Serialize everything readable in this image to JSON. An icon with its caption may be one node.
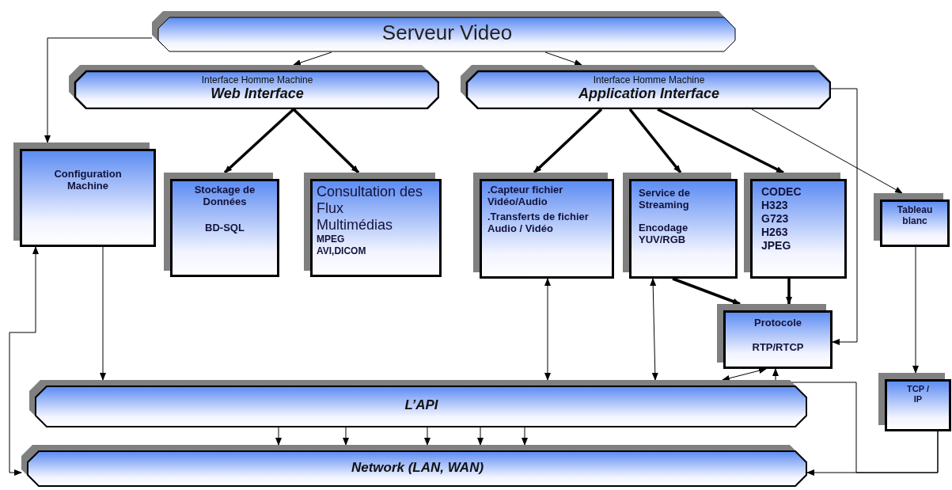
{
  "diagram": {
    "nodes": [
      {
        "text": [
          "Serveur Video"
        ]
      },
      {
        "text": [
          "Interface Homme Machine",
          "Web Interface"
        ]
      },
      {
        "text": [
          "Interface Homme Machine",
          "Application Interface"
        ]
      },
      {
        "text": [
          "Configuration Machine"
        ]
      },
      {
        "text": [
          "Stockage de Données",
          "BD-SQL"
        ]
      },
      {
        "text": [
          "Consultation des Flux Multimédias",
          "MPEG AVI,DICOM"
        ]
      },
      {
        "text": [
          ".Capteur fichier Vidéo/Audio",
          ".Transferts de fichier Audio / Vidéo"
        ]
      },
      {
        "text": [
          "Service de Streaming",
          "Encodage YUV/RGB"
        ]
      },
      {
        "text": [
          "CODEC H323 G723 H263 JPEG"
        ]
      },
      {
        "text": [
          "Tableau blanc"
        ]
      },
      {
        "text": [
          "Protocole",
          "RTP/RTCP"
        ]
      },
      {
        "text": [
          "TCP / IP"
        ]
      },
      {
        "text": [
          "L’API"
        ]
      },
      {
        "text": [
          "Network (LAN, WAN)"
        ]
      }
    ],
    "edges": [
      {
        "from": 0,
        "to": 1,
        "arrow": "to"
      },
      {
        "from": 0,
        "to": 2,
        "arrow": "to"
      },
      {
        "from": 0,
        "to": 3,
        "arrow": "to"
      },
      {
        "from": 1,
        "to": 4,
        "arrow": "to",
        "style": "thick"
      },
      {
        "from": 1,
        "to": 5,
        "arrow": "to",
        "style": "thick"
      },
      {
        "from": 2,
        "to": 6,
        "arrow": "to",
        "style": "thick"
      },
      {
        "from": 2,
        "to": 7,
        "arrow": "to",
        "style": "thick"
      },
      {
        "from": 2,
        "to": 8,
        "arrow": "to",
        "style": "thick"
      },
      {
        "from": 2,
        "to": 9,
        "arrow": "to"
      },
      {
        "from": 2,
        "to": 10,
        "arrow": "to"
      },
      {
        "from": 3,
        "to": 12,
        "arrow": "to"
      },
      {
        "from": 3,
        "to": 13,
        "arrow": "both"
      },
      {
        "from": 6,
        "to": 12,
        "arrow": "both"
      },
      {
        "from": 7,
        "to": 12,
        "arrow": "both"
      },
      {
        "from": 7,
        "to": 10,
        "arrow": "to",
        "style": "thick"
      },
      {
        "from": 8,
        "to": 10,
        "arrow": "to",
        "style": "thick"
      },
      {
        "from": 9,
        "to": 11,
        "arrow": "to"
      },
      {
        "from": 12,
        "to": 10,
        "arrow": "both"
      },
      {
        "from": 11,
        "to": 13,
        "arrow": "to"
      },
      {
        "from": 11,
        "to": 10,
        "arrow": "to"
      },
      {
        "from": 12,
        "to": 13,
        "arrow": "to"
      },
      {
        "from": 12,
        "to": 13,
        "arrow": "to"
      },
      {
        "from": 12,
        "to": 13,
        "arrow": "to"
      },
      {
        "from": 12,
        "to": 13,
        "arrow": "to"
      },
      {
        "from": 12,
        "to": 13,
        "arrow": "to"
      }
    ]
  }
}
